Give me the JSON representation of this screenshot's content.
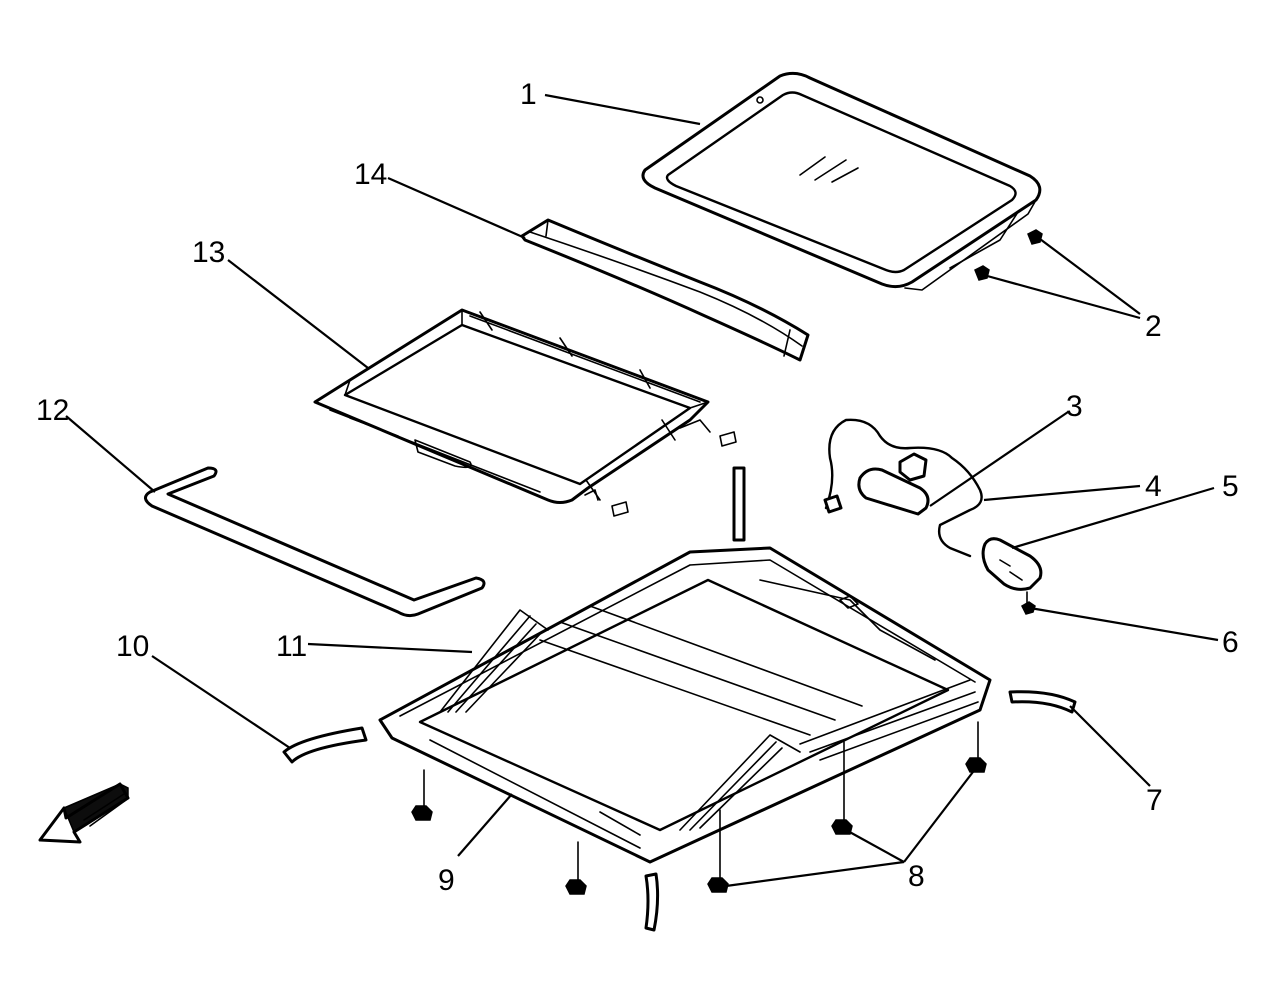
{
  "callouts": [
    "1",
    "2",
    "3",
    "4",
    "5",
    "6",
    "7",
    "8",
    "9",
    "10",
    "11",
    "12",
    "13",
    "14"
  ],
  "orientation_arrow": {
    "icon": "front-direction-arrow-icon"
  }
}
